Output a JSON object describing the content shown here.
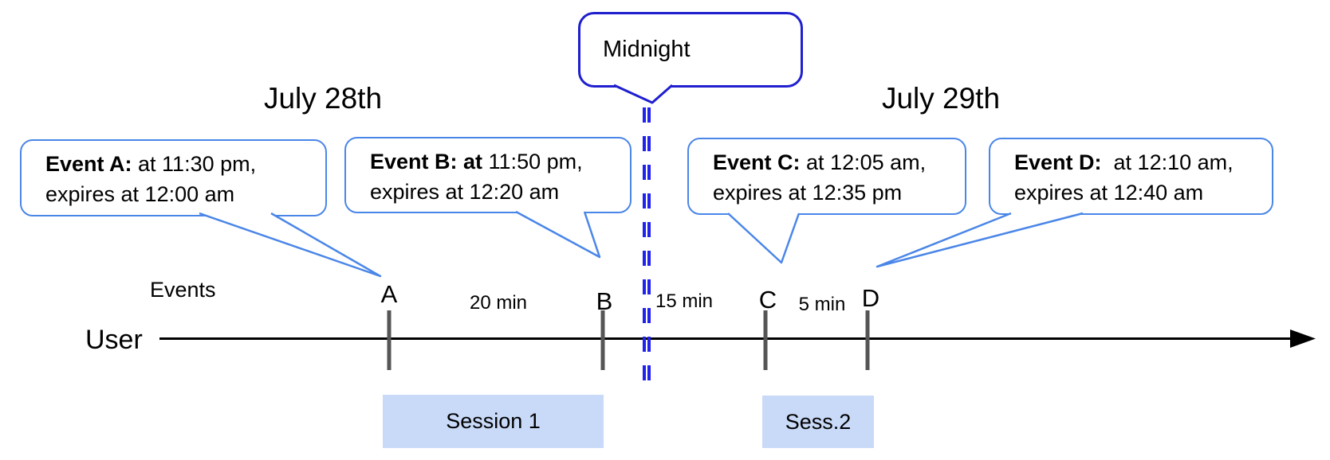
{
  "diagram": {
    "dates": {
      "left": "July 28th",
      "right": "July 29th"
    },
    "midnight": {
      "label": "Midnight"
    },
    "axis": {
      "events_label": "Events",
      "user_label": "User"
    },
    "events": [
      {
        "id": "A",
        "tick_label": "A",
        "bold": "Event A:",
        "rest": " at 11:30 pm,",
        "line2": "expires at 12:00 am"
      },
      {
        "id": "B",
        "tick_label": "B",
        "bold": "Event B: at",
        "rest": " 11:50 pm,",
        "line2": "expires at 12:20 am"
      },
      {
        "id": "C",
        "tick_label": "C",
        "bold": "Event C:",
        "rest": " at 12:05 am,",
        "line2": "expires at 12:35 pm"
      },
      {
        "id": "D",
        "tick_label": "D",
        "bold": "Event D:",
        "rest": "  at 12:10 am,",
        "line2": "expires at 12:40 am"
      }
    ],
    "intervals": [
      {
        "label": "20 min"
      },
      {
        "label": "15 min"
      },
      {
        "label": "5 min"
      }
    ],
    "sessions": [
      {
        "label": "Session 1"
      },
      {
        "label": "Sess.2"
      }
    ],
    "colors": {
      "callout_border": "#4a86e8",
      "midnight_border": "#1f1fd0",
      "midnight_dash": "#2222ee",
      "session_fill": "#c9daf8",
      "tick": "#555555",
      "axis": "#000000"
    }
  }
}
